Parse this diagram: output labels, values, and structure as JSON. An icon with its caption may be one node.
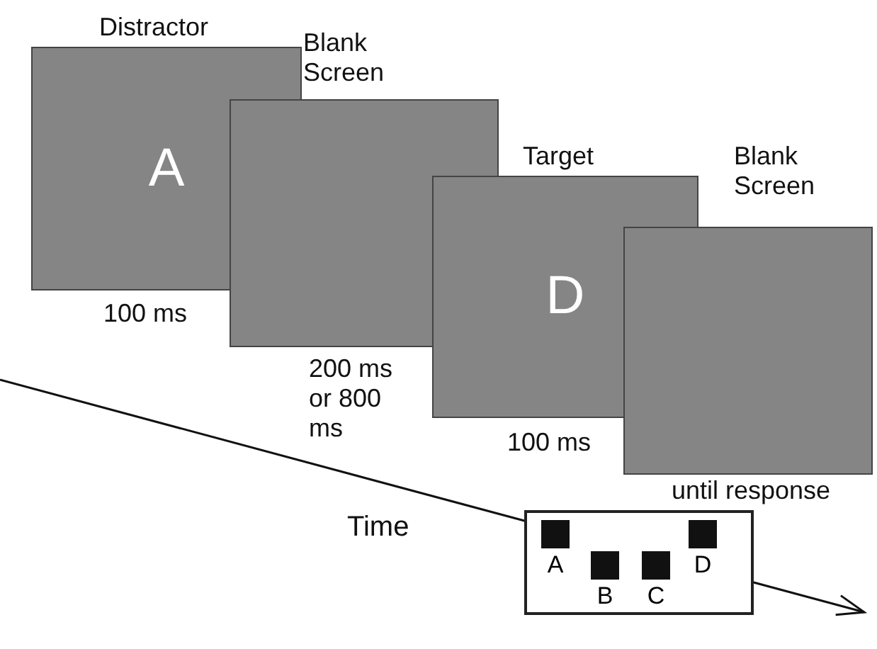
{
  "diagram": {
    "nodes": [
      {
        "text": [
          "Distractor",
          "A"
        ],
        "beside": [
          "100 ms"
        ]
      },
      {
        "text": [
          "Blank Screen"
        ],
        "beside": [
          "200 ms or 800 ms"
        ]
      },
      {
        "text": [
          "Target",
          "D"
        ],
        "beside": [
          "100 ms"
        ]
      },
      {
        "text": [
          "Blank Screen"
        ],
        "beside": [
          "until response"
        ]
      },
      {
        "text": [],
        "shape": "box"
      },
      {
        "text": [
          "A"
        ],
        "in": 4
      },
      {
        "text": [
          "B"
        ],
        "in": 4
      },
      {
        "text": [
          "C"
        ],
        "in": 4
      },
      {
        "text": [
          "D"
        ],
        "in": 4
      }
    ],
    "labels": [
      "Time"
    ]
  }
}
